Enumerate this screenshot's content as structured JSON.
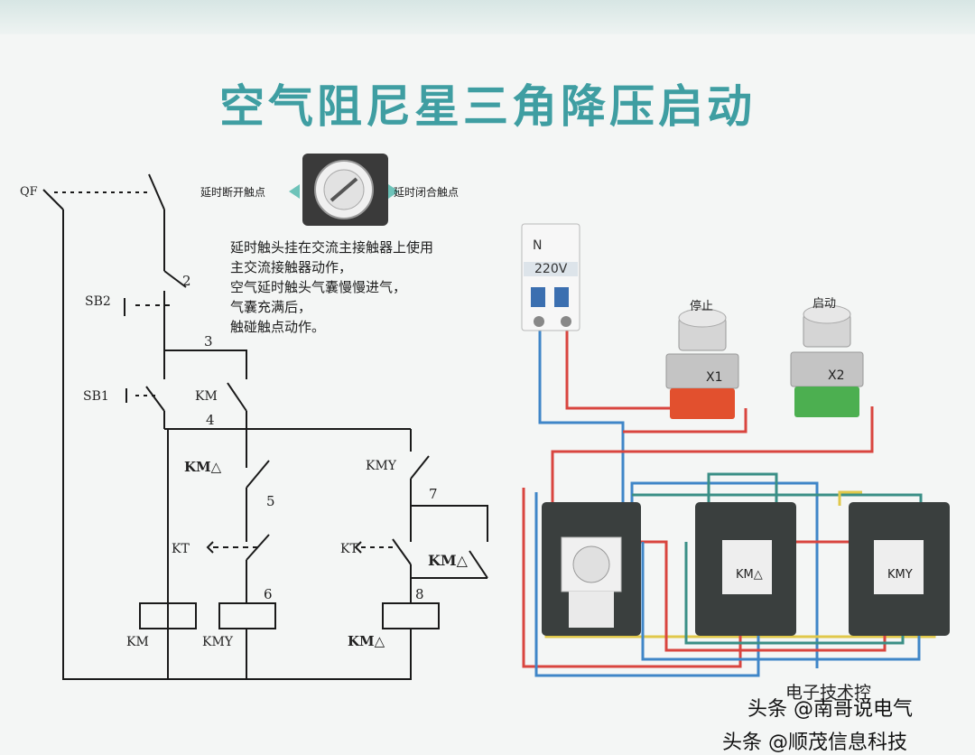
{
  "title": "空气阻尼星三角降压启动",
  "timer_module": {
    "left_label": "延时断开触点",
    "right_label": "延时闭合触点"
  },
  "description": [
    "延时触头挂在交流主接触器上使用",
    "主交流接触器动作，",
    "空气延时触头气囊慢慢进气，",
    "气囊充满后，",
    "触碰触点动作。"
  ],
  "schematic": {
    "qf": "QF",
    "sb2": "SB2",
    "sb1": "SB1",
    "km_contact": "KM",
    "km_delta_nc": "KM△",
    "kmy_nc": "KMY",
    "kt_left": "KT",
    "kt_right": "KT",
    "km_delta_no": "KM△",
    "coil_km": "KM",
    "coil_kmy": "KMY",
    "coil_km_delta": "KM△",
    "nodes": [
      "2",
      "3",
      "4",
      "5",
      "6",
      "7",
      "8"
    ]
  },
  "wiring": {
    "breaker_label": "220V",
    "breaker_n": "N",
    "stop_label": "停止",
    "start_label": "启动",
    "stop_tag": "X1",
    "start_tag": "X2",
    "contactor_mid_label": "KM△",
    "contactor_right_label": "KMY"
  },
  "watermarks": {
    "account": "电子技术控",
    "toutiao1": "头条 @南哥说电气",
    "toutiao2": "头条 @顺茂信息科技"
  },
  "colors": {
    "title": "#3f9ea2",
    "wire_red": "#d9453f",
    "wire_blue": "#3f86c8",
    "wire_teal": "#3a8f86",
    "wire_yellow": "#e0c84a",
    "button_red": "#e2502e",
    "button_green": "#4caf50"
  }
}
